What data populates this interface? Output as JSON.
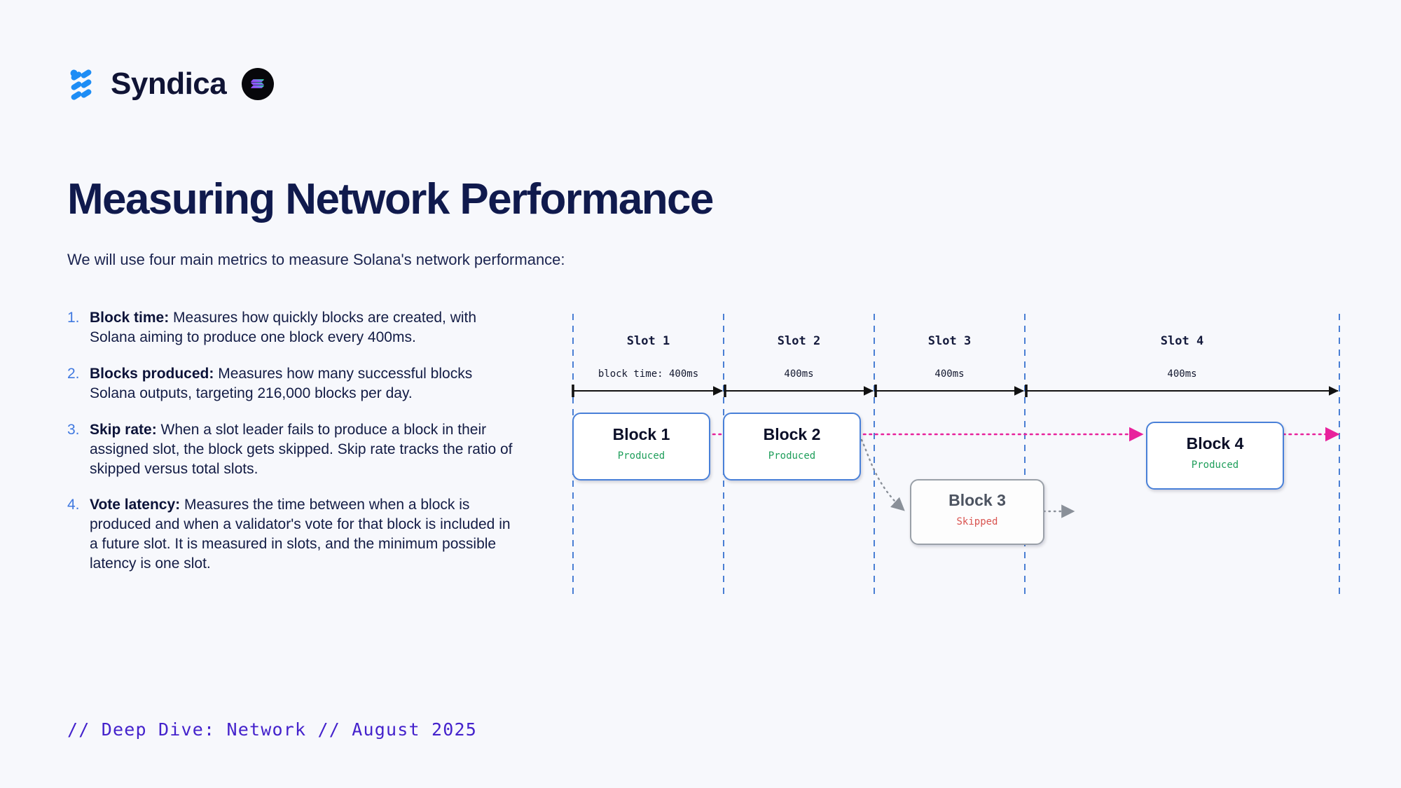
{
  "brand": {
    "mark_icon": "syndica-logo-icon",
    "name": "Syndica",
    "badge_icon": "solana-logo-icon"
  },
  "header": {
    "title": "Measuring Network Performance",
    "subtitle": "We will use four main metrics to measure Solana's network performance:"
  },
  "metrics": [
    {
      "num": "1.",
      "term": "Block time:",
      "text": " Measures how quickly blocks are created, with Solana aiming to produce one block every 400ms."
    },
    {
      "num": "2.",
      "term": "Blocks produced:",
      "text": " Measures how many successful blocks Solana outputs, targeting 216,000 blocks per day."
    },
    {
      "num": "3.",
      "term": "Skip rate:",
      "text": " When a slot leader fails to produce a block in their assigned slot, the block gets skipped. Skip rate tracks the ratio of skipped versus total slots."
    },
    {
      "num": "4.",
      "term": "Vote latency:",
      "text": " Measures the time between when a block is produced and when a validator's vote for that block is included in a future slot. It is measured in slots, and the minimum possible latency is one slot."
    }
  ],
  "footer": {
    "note": "// Deep Dive: Network // August 2025"
  },
  "diagram": {
    "slots": [
      {
        "label": "Slot 1",
        "duration": "block time: 400ms"
      },
      {
        "label": "Slot 2",
        "duration": "400ms"
      },
      {
        "label": "Slot 3",
        "duration": "400ms"
      },
      {
        "label": "Slot 4",
        "duration": "400ms"
      }
    ],
    "blocks": [
      {
        "title": "Block 1",
        "status": "Produced",
        "state": "produced"
      },
      {
        "title": "Block 2",
        "status": "Produced",
        "state": "produced"
      },
      {
        "title": "Block 3",
        "status": "Skipped",
        "state": "skipped"
      },
      {
        "title": "Block 4",
        "status": "Produced",
        "state": "produced"
      }
    ],
    "colors": {
      "slot_divider": "#4a7fd4",
      "produced_border": "#4a80d8",
      "produced_status": "#1e9e5a",
      "skipped_border": "#9aa0a8",
      "skipped_status": "#d9534f",
      "chain_arrow": "#e8229c",
      "skip_arrow": "#8a9099",
      "timeline_arrow": "#111111"
    }
  }
}
